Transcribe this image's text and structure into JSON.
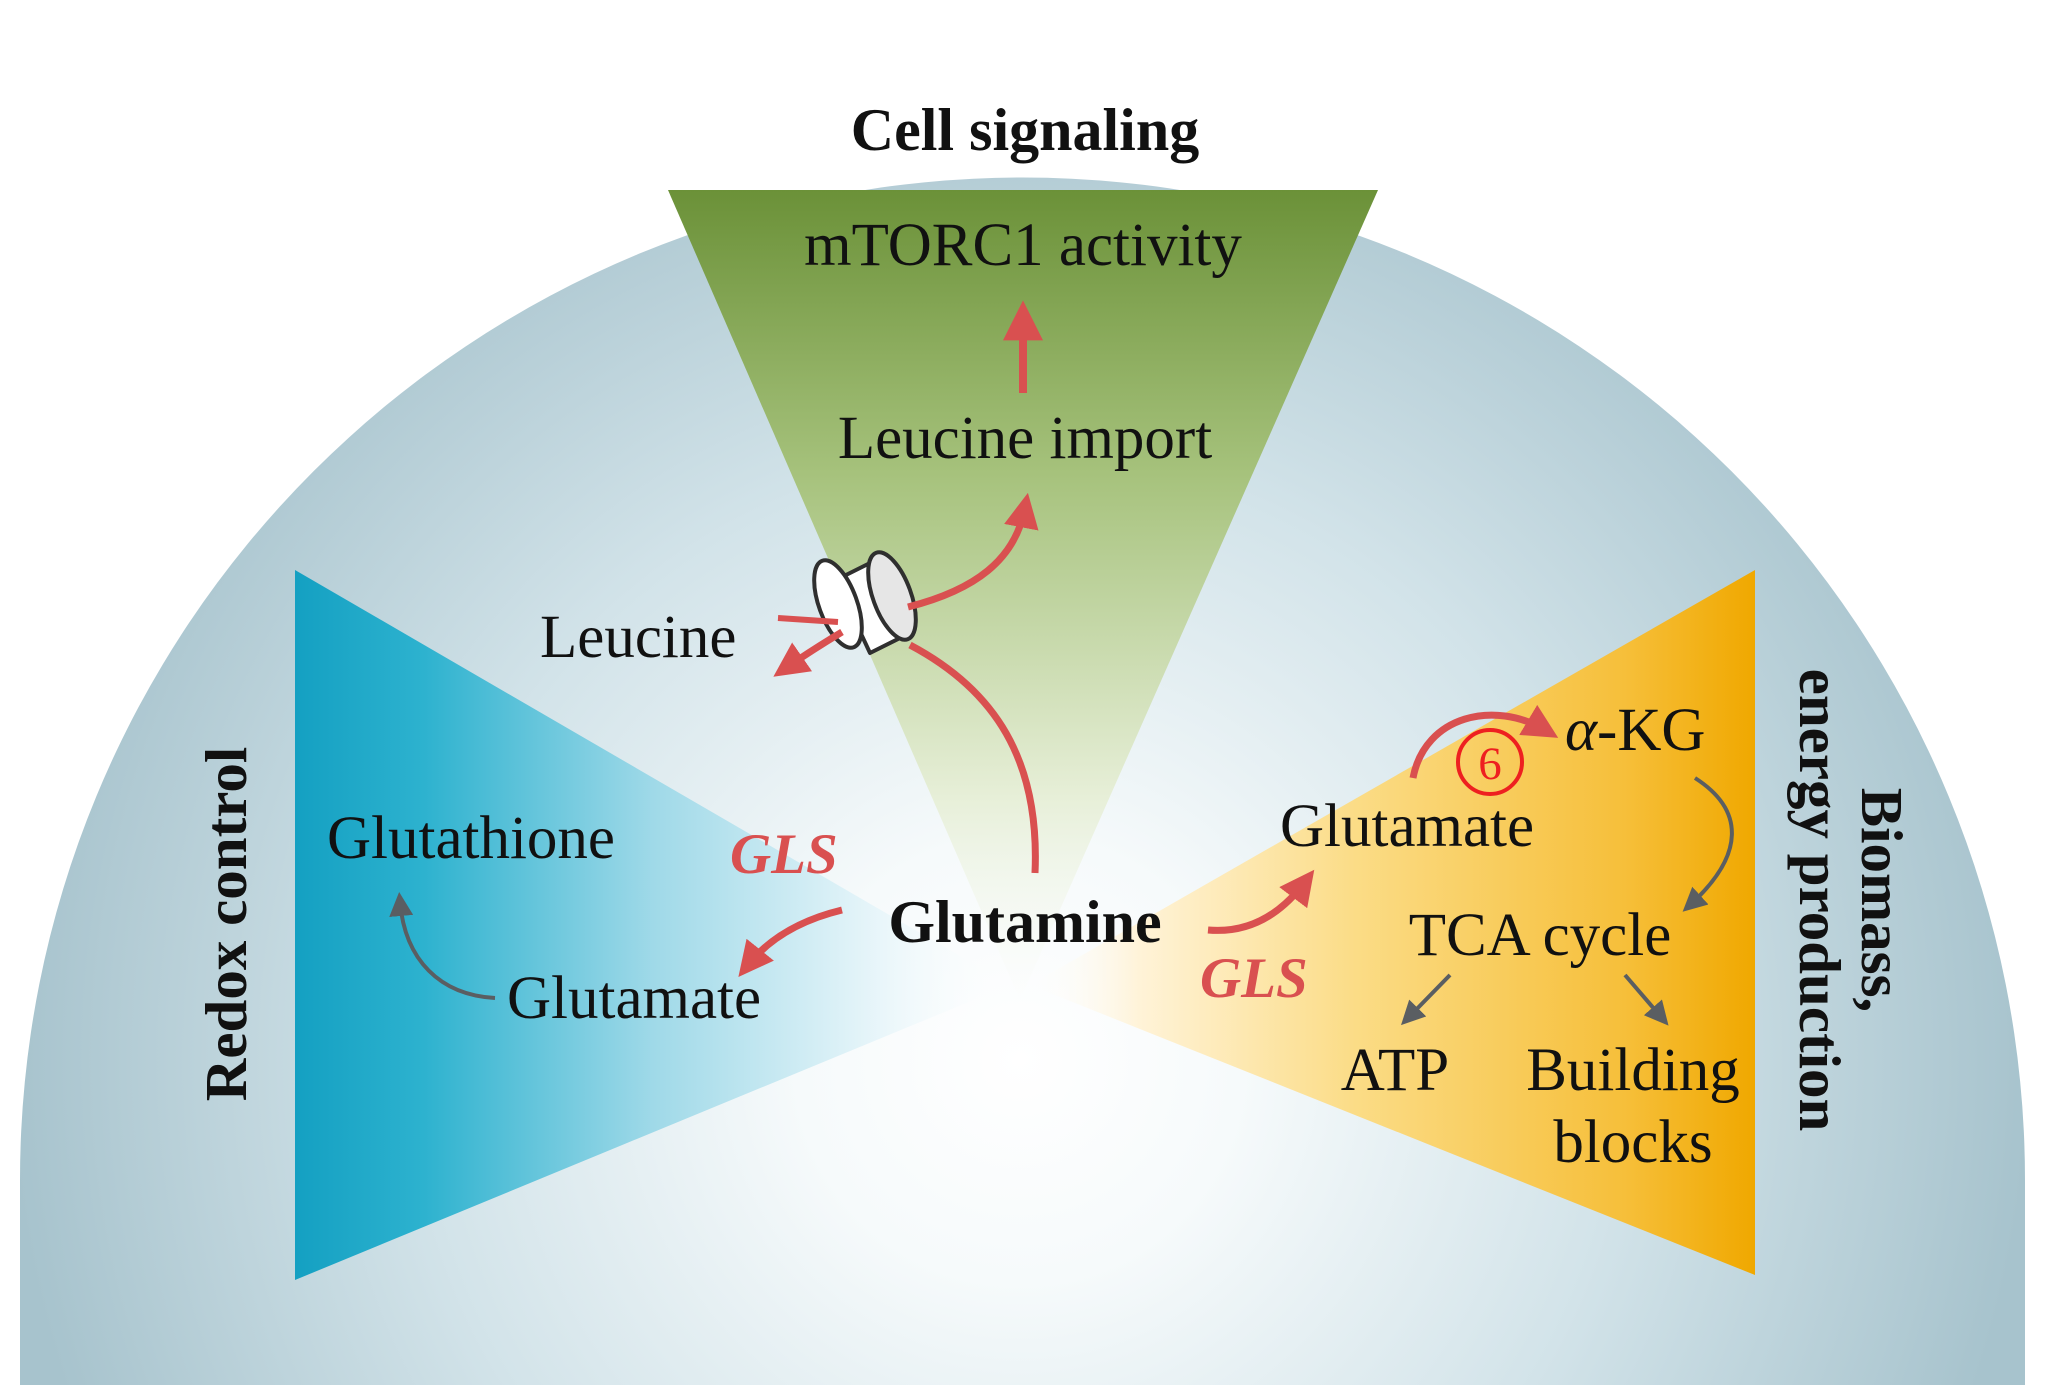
{
  "sections": {
    "signaling": "Cell signaling",
    "redox": "Redox control",
    "biomass_line1": "Biomass,",
    "biomass_line2": "energy production"
  },
  "nodes": {
    "mtorc1": "mTORC1 activity",
    "leucine_import": "Leucine import",
    "leucine": "Leucine",
    "glutamine": "Glutamine",
    "glutathione": "Glutathione",
    "glutamate_left": "Glutamate",
    "glutamate_right": "Glutamate",
    "akg_alpha": "α",
    "akg_rest": "-KG",
    "tca": "TCA cycle",
    "atp": "ATP",
    "building_line1": "Building",
    "building_line2": "blocks"
  },
  "enzymes": {
    "gls_left": "GLS",
    "gls_right": "GLS"
  },
  "marker": "6",
  "colors": {
    "arrow_red": "#d95050",
    "arrow_gray": "#5a5e62",
    "marker_red": "#ee2020",
    "signaling_green": "#6b9138",
    "redox_blue": "#1aa3c4",
    "biomass_orange": "#f0a800",
    "background_fan": "#aac6d0"
  },
  "icons": {
    "transporter": "transporter-cylinder-icon"
  }
}
